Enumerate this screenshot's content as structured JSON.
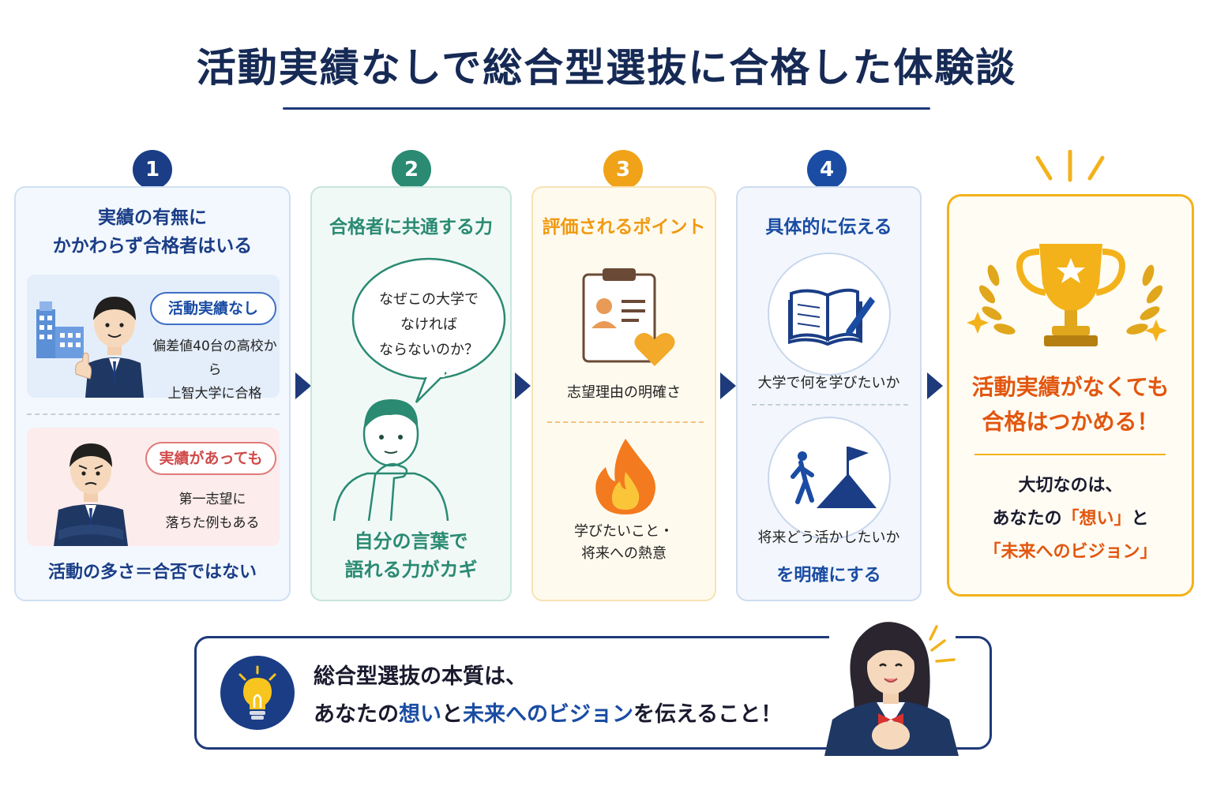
{
  "title": "活動実績なしで総合型選抜に合格した体験談",
  "colors": {
    "navy": "#1e3a7a",
    "green": "#2a8a72",
    "orange": "#f09a12",
    "blue": "#1a4ca3",
    "gold": "#f3b21a"
  },
  "steps": [
    {
      "number": "1",
      "color": "#1a3d86"
    },
    {
      "number": "2",
      "color": "#2a8a72"
    },
    {
      "number": "3",
      "color": "#f0a218"
    },
    {
      "number": "4",
      "color": "#1a4ca3"
    }
  ],
  "panel1": {
    "heading_line1": "実績の有無に",
    "heading_line2": "かかわらず合格者はいる",
    "case1_bubble": "活動実績なし",
    "case1_text_line1": "偏差値40台の高校から",
    "case1_text_line2": "上智大学に合格",
    "case2_bubble": "実績があっても",
    "case2_text_line1": "第一志望に",
    "case2_text_line2": "落ちた例もある",
    "footer": "活動の多さ＝合否ではない"
  },
  "panel2": {
    "heading": "合格者に共通する力",
    "thought_line1": "なぜこの大学で",
    "thought_line2": "なければ",
    "thought_line3": "ならないのか？",
    "footer_line1": "自分の言葉で",
    "footer_line2": "語れる力がカギ"
  },
  "panel3": {
    "heading": "評価されるポイント",
    "point1": "志望理由の明確さ",
    "point2_line1": "学びたいこと・",
    "point2_line2": "将来への熱意",
    "icon1": "clipboard-heart-icon",
    "icon2": "flame-icon"
  },
  "panel4": {
    "heading": "具体的に伝える",
    "item1": "大学で何を学びたいか",
    "item2": "将来どう活かしたいか",
    "footer": "を明確にする",
    "icon1": "open-book-pen-icon",
    "icon2": "climber-flag-icon"
  },
  "panel5": {
    "headline_line1": "活動実績がなくても",
    "headline_line2": "合格はつかめる！",
    "body_line1": "大切なのは、",
    "body_line2_prefix": "あなたの",
    "body_line2_hl": "「想い」",
    "body_line2_suffix": "と",
    "body_line3": "「未来へのビジョン」",
    "icon": "trophy-icon"
  },
  "bottom": {
    "line1": "総合型選抜の本質は、",
    "line2_prefix": "あなたの",
    "line2_hl1": "想い",
    "line2_mid": "と",
    "line2_hl2": "未来へのビジョン",
    "line2_suffix": "を伝えること！",
    "icon": "lightbulb-icon"
  }
}
